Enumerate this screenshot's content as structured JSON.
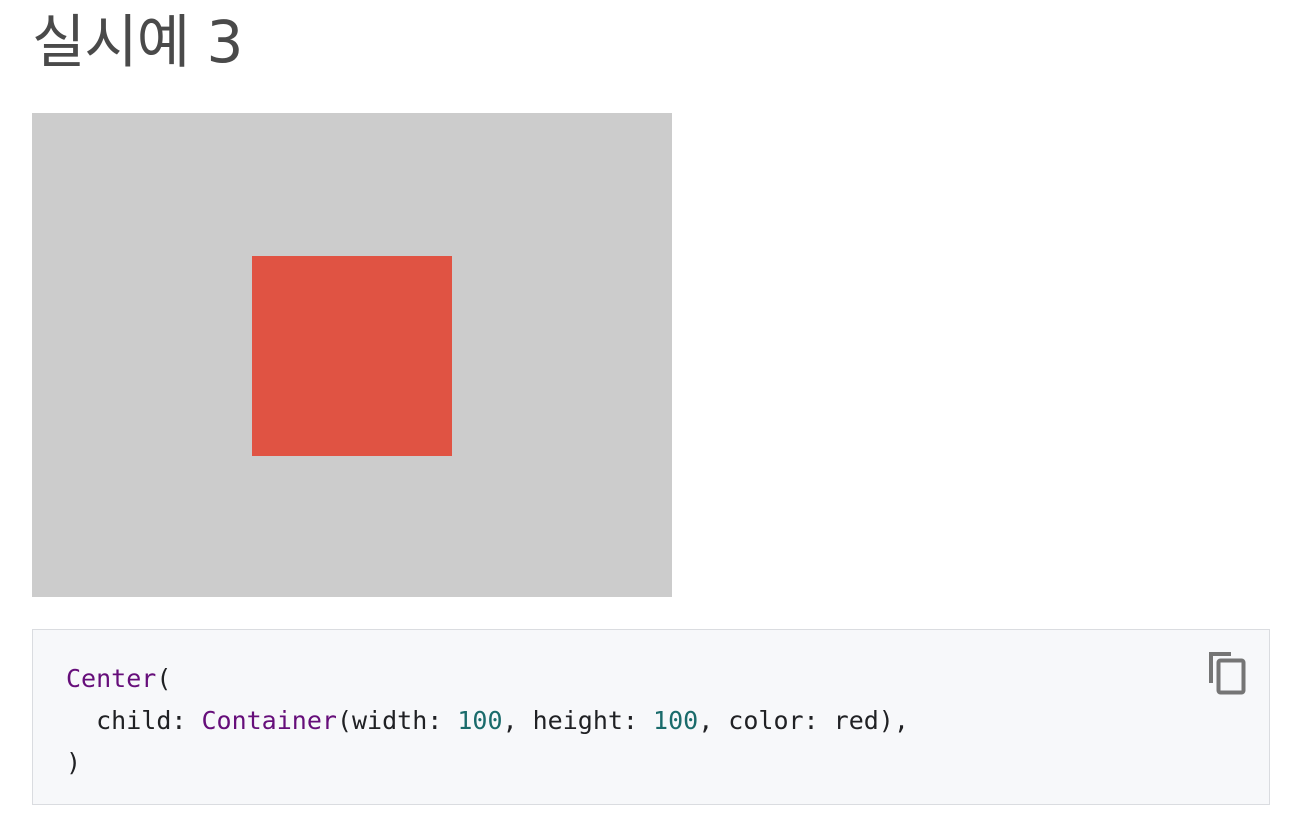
{
  "heading": "실시예 3",
  "demo": {
    "background_color": "#cccccc",
    "box_color": "#e05343"
  },
  "code": {
    "line1_type": "Center",
    "line1_paren": "(",
    "line2_indent": "  ",
    "line2_prop": "child: ",
    "line2_type": "Container",
    "line2_args_a": "(width: ",
    "line2_num_width": "100",
    "line2_args_b": ", height: ",
    "line2_num_height": "100",
    "line2_args_c": ", color: red),",
    "line3": ")"
  },
  "copy_button": {
    "icon": "copy-icon",
    "color": "#757575"
  }
}
